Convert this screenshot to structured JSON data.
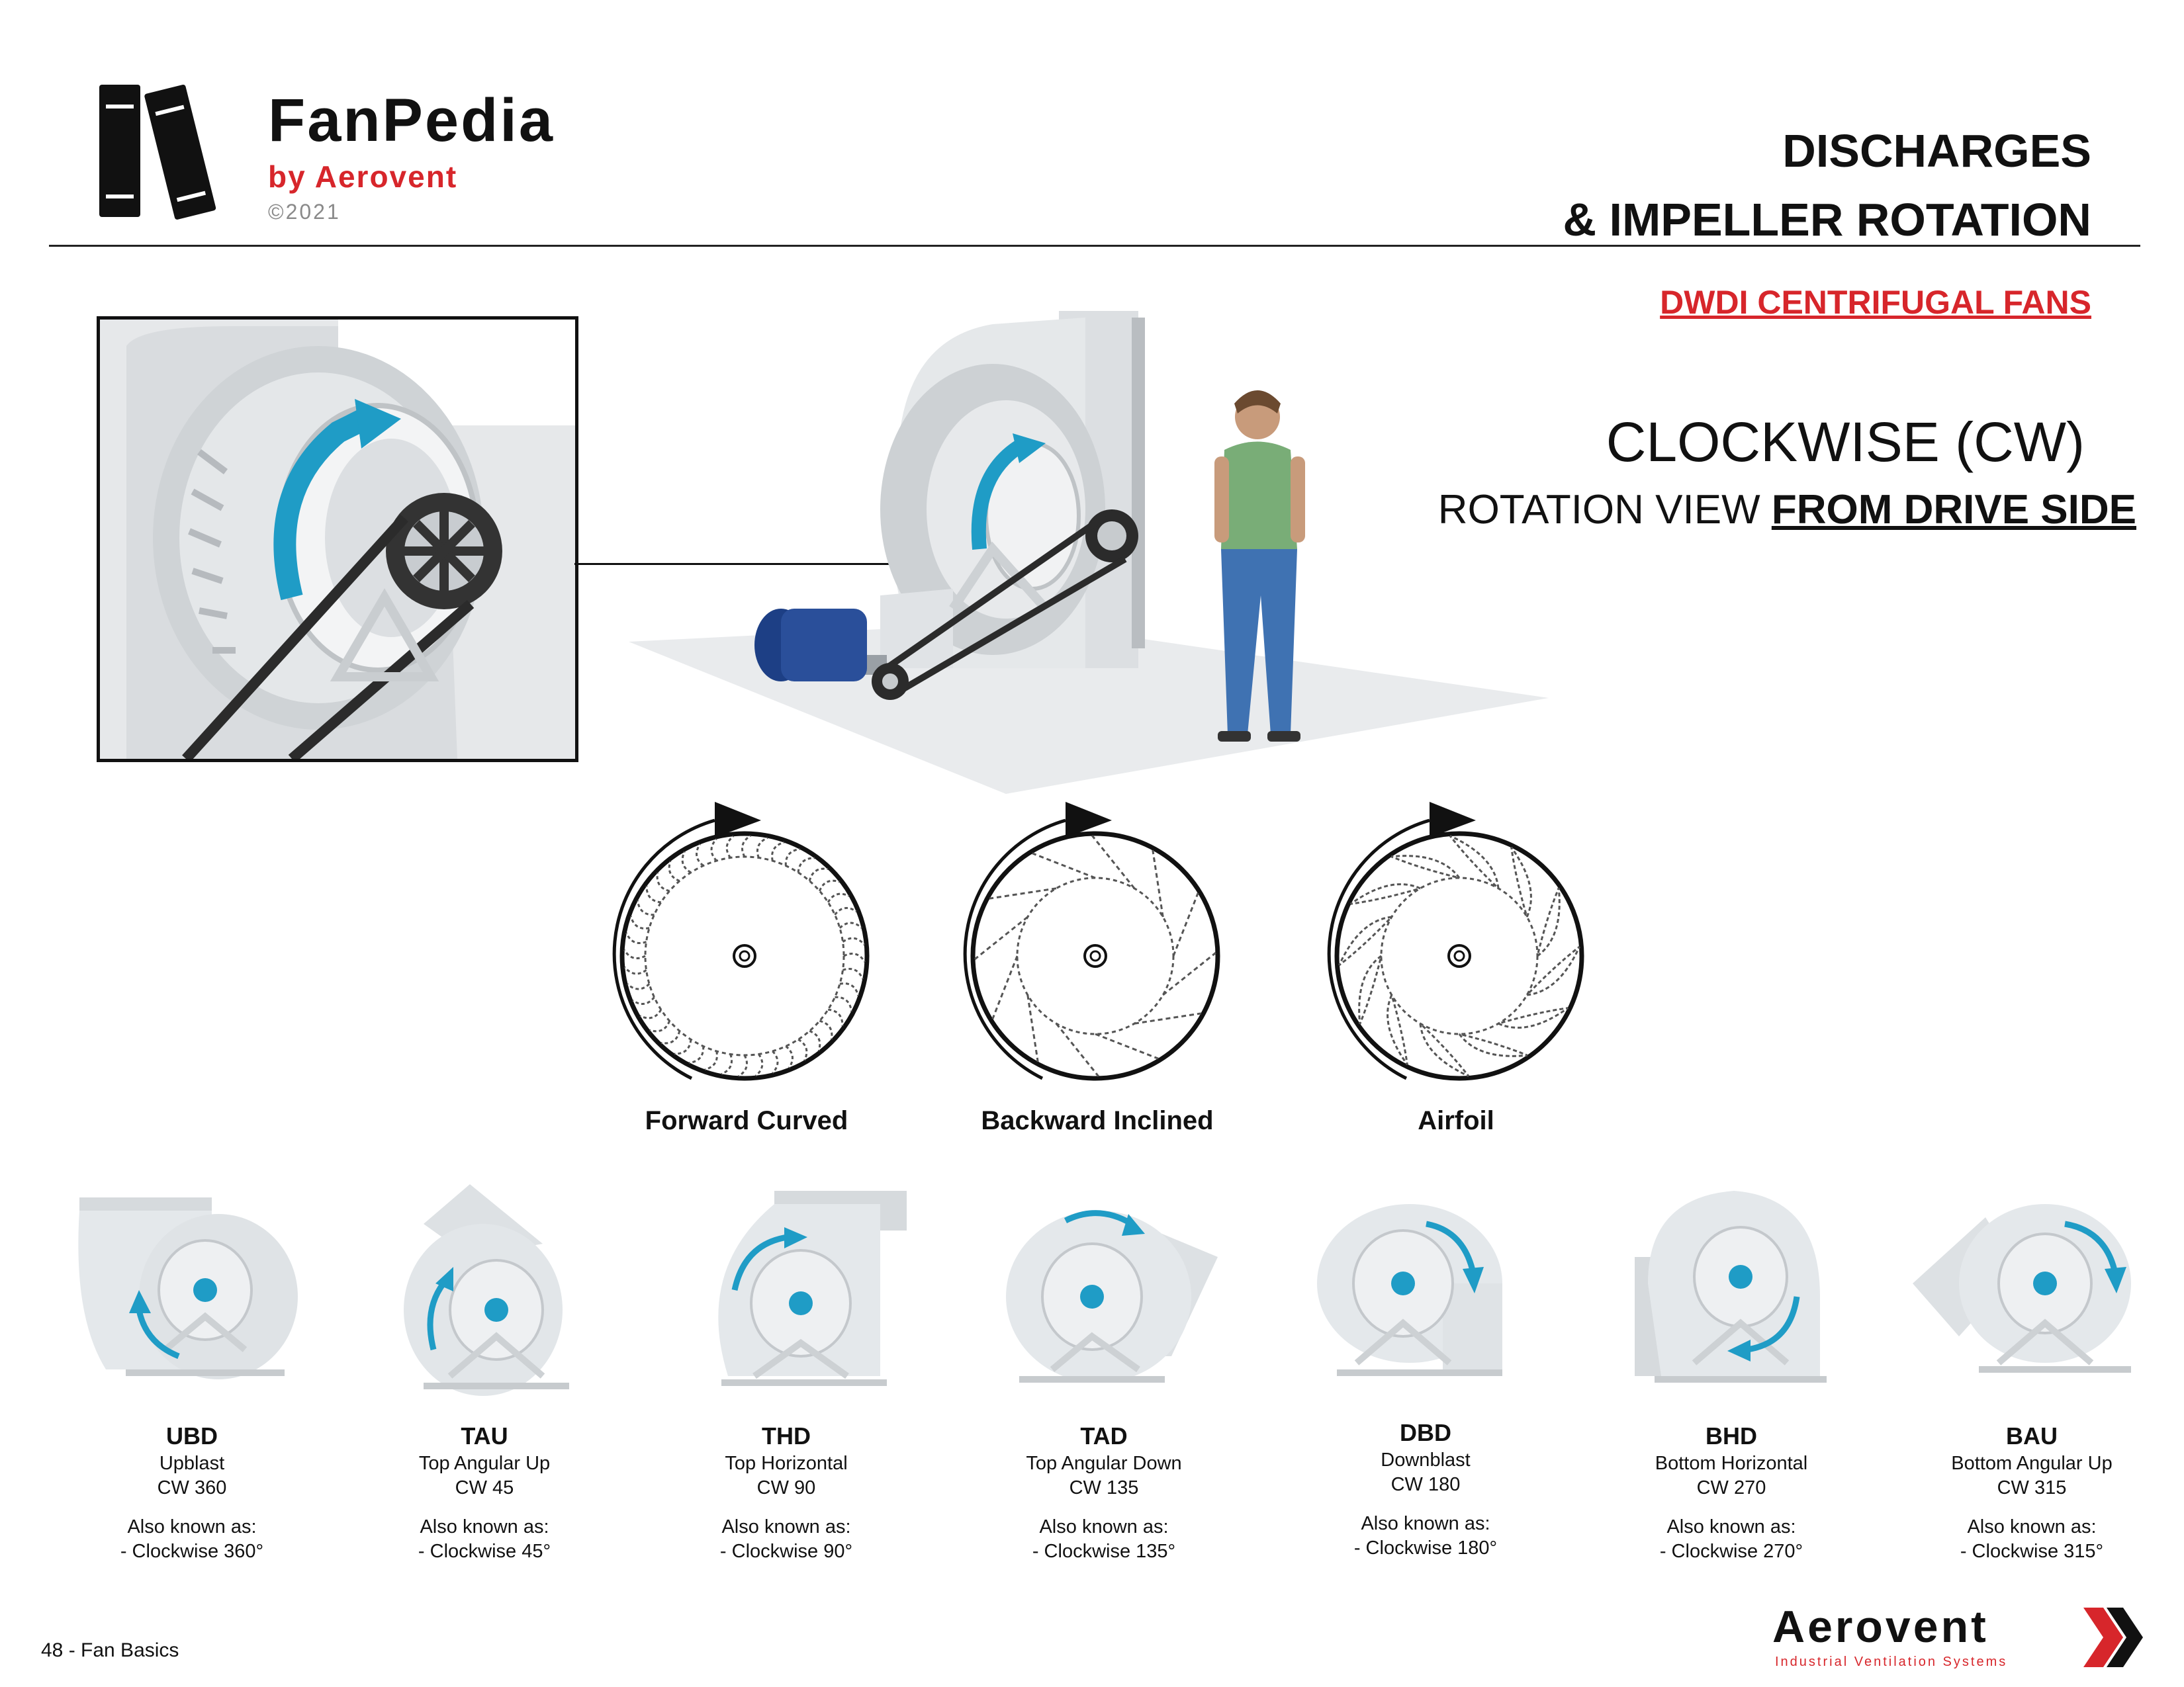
{
  "brand": {
    "name": "FanPedia",
    "by": "by Aerovent",
    "copyright": "©2021"
  },
  "page": {
    "title_line1": "DISCHARGES",
    "title_line2": "& IMPELLER ROTATION",
    "subtitle": "DWDI CENTRIFUGAL FANS"
  },
  "rotation": {
    "main": "CLOCKWISE (CW)",
    "view_prefix": "ROTATION VIEW ",
    "view_emphasis": "FROM DRIVE SIDE"
  },
  "impellers": [
    {
      "label": "Forward Curved",
      "icon": "forward-curved-impeller-icon"
    },
    {
      "label": "Backward Inclined",
      "icon": "backward-inclined-impeller-icon"
    },
    {
      "label": "Airfoil",
      "icon": "airfoil-impeller-icon"
    }
  ],
  "discharges": [
    {
      "code": "UBD",
      "name": "Upblast",
      "cw": "CW 360",
      "aka_label": "Also known as:",
      "aka": "- Clockwise 360°"
    },
    {
      "code": "TAU",
      "name": "Top Angular Up",
      "cw": "CW 45",
      "aka_label": "Also known as:",
      "aka": "- Clockwise 45°"
    },
    {
      "code": "THD",
      "name": "Top Horizontal",
      "cw": "CW 90",
      "aka_label": "Also known as:",
      "aka": "- Clockwise 90°"
    },
    {
      "code": "TAD",
      "name": "Top Angular Down",
      "cw": "CW 135",
      "aka_label": "Also known as:",
      "aka": "- Clockwise 135°"
    },
    {
      "code": "DBD",
      "name": "Downblast",
      "cw": "CW 180",
      "aka_label": "Also known as:",
      "aka": "- Clockwise 180°"
    },
    {
      "code": "BHD",
      "name": "Bottom Horizontal",
      "cw": "CW 270",
      "aka_label": "Also known as:",
      "aka": "- Clockwise 270°"
    },
    {
      "code": "BAU",
      "name": "Bottom Angular Up",
      "cw": "CW 315",
      "aka_label": "Also known as:",
      "aka": "- Clockwise 315°"
    }
  ],
  "footer": {
    "page_ref": "48 - Fan Basics",
    "logo_name": "Aerovent",
    "logo_tagline": "Industrial Ventilation Systems"
  },
  "colors": {
    "accent_red": "#d7262b",
    "arrow_teal": "#1f9cc6",
    "motor_blue": "#2a4f9a",
    "fan_gray": "#e2e6ea"
  }
}
